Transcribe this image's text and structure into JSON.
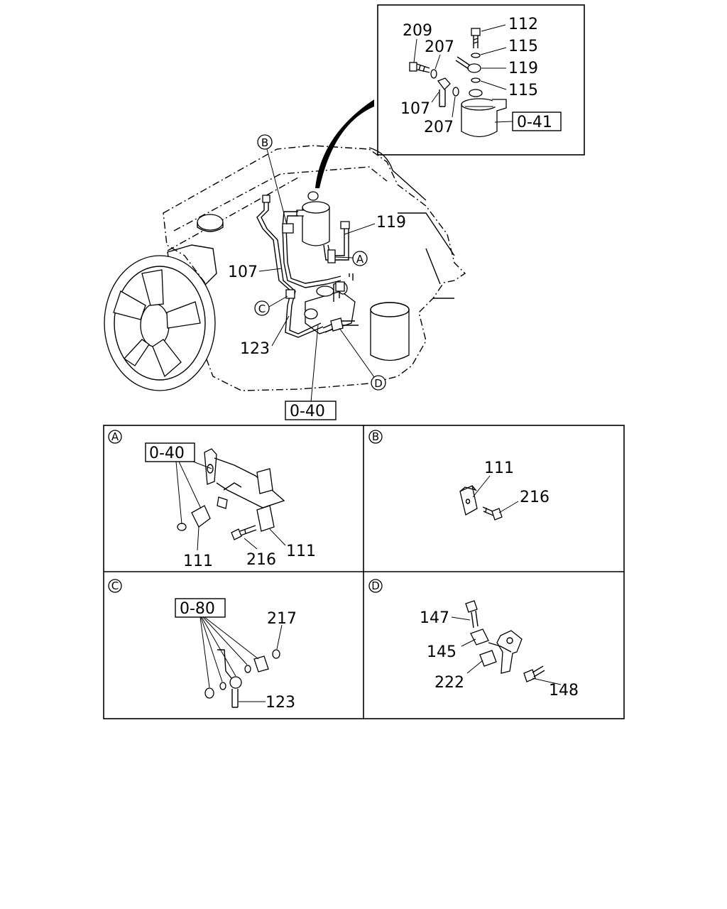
{
  "inset_top": {
    "callouts": [
      "209",
      "207",
      "112",
      "115",
      "119",
      "115",
      "107",
      "207"
    ],
    "ref": "0-41"
  },
  "main": {
    "circle_labels": {
      "a": "A",
      "b": "B",
      "c": "C",
      "d": "D"
    },
    "callouts": {
      "c119": "119",
      "c107": "107",
      "c123": "123"
    },
    "ref": "0-40"
  },
  "panels": {
    "a": {
      "letter": "A",
      "ref": "0-40",
      "callouts": [
        "111",
        "216",
        "111"
      ]
    },
    "b": {
      "letter": "B",
      "callouts": [
        "111",
        "216"
      ]
    },
    "c": {
      "letter": "C",
      "ref": "0-80",
      "callouts": [
        "217",
        "123"
      ]
    },
    "d": {
      "letter": "D",
      "callouts": [
        "147",
        "145",
        "222",
        "148"
      ]
    }
  }
}
